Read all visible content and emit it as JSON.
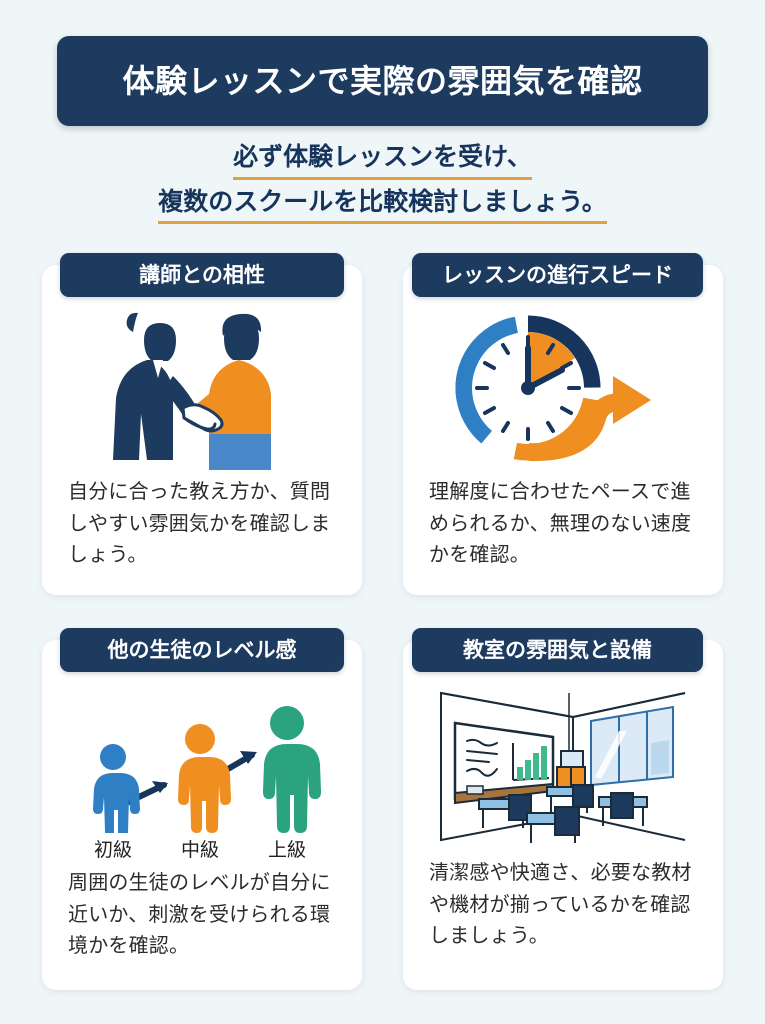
{
  "header": {
    "title": "体験レッスンで実際の雰囲気を確認"
  },
  "subtitle": {
    "line1": "必ず体験レッスンを受け、",
    "line2": "複数のスクールを比較検討しましょう。"
  },
  "cards": [
    {
      "title": "講師との相性",
      "body": "自分に合った教え方か、質問しやすい雰囲気かを確認しましょう。",
      "illustration": "handshake-illustration"
    },
    {
      "title": "レッスンの進行スピード",
      "body": "理解度に合わせたペースで進められるか、無理のない速度かを確認。",
      "illustration": "clock-arrow-illustration"
    },
    {
      "title": "他の生徒のレベル感",
      "body": "周囲の生徒のレベルが自分に近いか、刺激を受けられる環境かを確認。",
      "illustration": "level-figures-illustration",
      "levels": [
        {
          "label": "初級",
          "color": "#2f7fc4"
        },
        {
          "label": "中級",
          "color": "#ef8f22"
        },
        {
          "label": "上級",
          "color": "#2aa37e"
        }
      ]
    },
    {
      "title": "教室の雰囲気と設備",
      "body": "清潔感や快適さ、必要な教材や機材が揃っているかを確認しましょう。",
      "illustration": "classroom-illustration"
    }
  ],
  "colors": {
    "background": "#eff6f8",
    "navy": "#1d3a5f",
    "card_background": "#ffffff",
    "underline_gold": "#e0a13c",
    "body_text": "#2c2c2c",
    "orange": "#ef8f22",
    "blue": "#2f7fc4",
    "green": "#2aa37e"
  }
}
